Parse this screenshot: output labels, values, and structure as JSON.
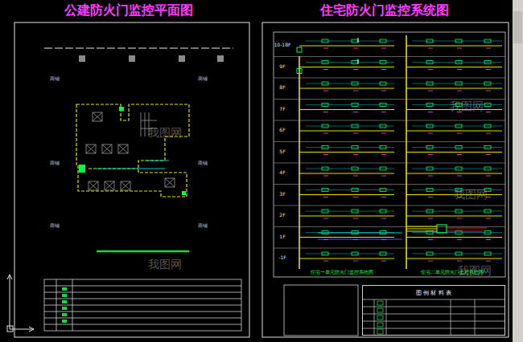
{
  "diagram": {
    "nodes": [
      {
        "text": [
          "图 例 材 料 表"
        ]
      }
    ],
    "labels": [
      "公建防火门监控平面图",
      "住宅防火门监控系统图",
      "10-18F",
      "9F",
      "8F",
      "7F",
      "6F",
      "5F",
      "4F",
      "3F",
      "2F",
      "1F",
      "-1F",
      "住宅一单元防火门监控系统图",
      "住宅二单元防火门监控系统图",
      "商铺",
      "商铺",
      "商铺",
      "商铺",
      "商铺",
      "商铺",
      "我图网",
      "我图网",
      "我图网",
      "我图网",
      "我图网"
    ]
  }
}
